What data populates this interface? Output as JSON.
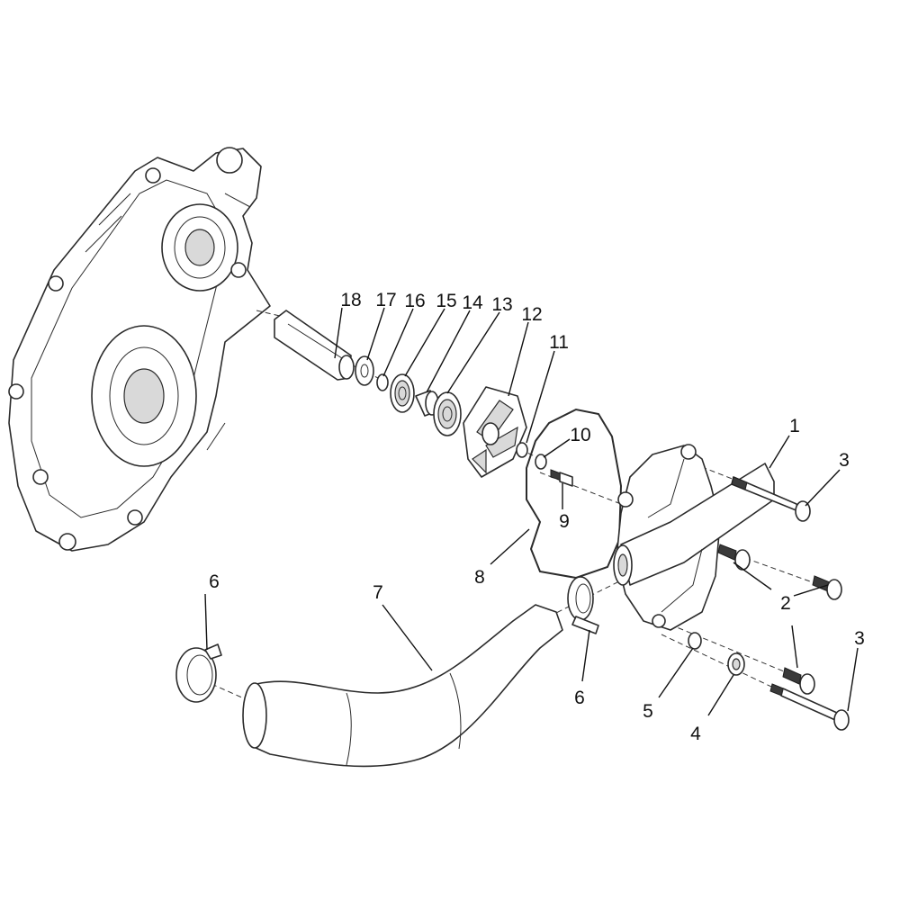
{
  "diagram": {
    "callouts": [
      {
        "id": "c1",
        "text": "1"
      },
      {
        "id": "c2",
        "text": "2"
      },
      {
        "id": "c3a",
        "text": "3"
      },
      {
        "id": "c3b",
        "text": "3"
      },
      {
        "id": "c4",
        "text": "4"
      },
      {
        "id": "c5",
        "text": "5"
      },
      {
        "id": "c6a",
        "text": "6"
      },
      {
        "id": "c6b",
        "text": "6"
      },
      {
        "id": "c7",
        "text": "7"
      },
      {
        "id": "c8",
        "text": "8"
      },
      {
        "id": "c9",
        "text": "9"
      },
      {
        "id": "c10",
        "text": "10"
      },
      {
        "id": "c11",
        "text": "11"
      },
      {
        "id": "c12",
        "text": "12"
      },
      {
        "id": "c13",
        "text": "13"
      },
      {
        "id": "c14",
        "text": "14"
      },
      {
        "id": "c15",
        "text": "15"
      },
      {
        "id": "c16",
        "text": "16"
      },
      {
        "id": "c17",
        "text": "17"
      },
      {
        "id": "c18",
        "text": "18"
      }
    ]
  }
}
